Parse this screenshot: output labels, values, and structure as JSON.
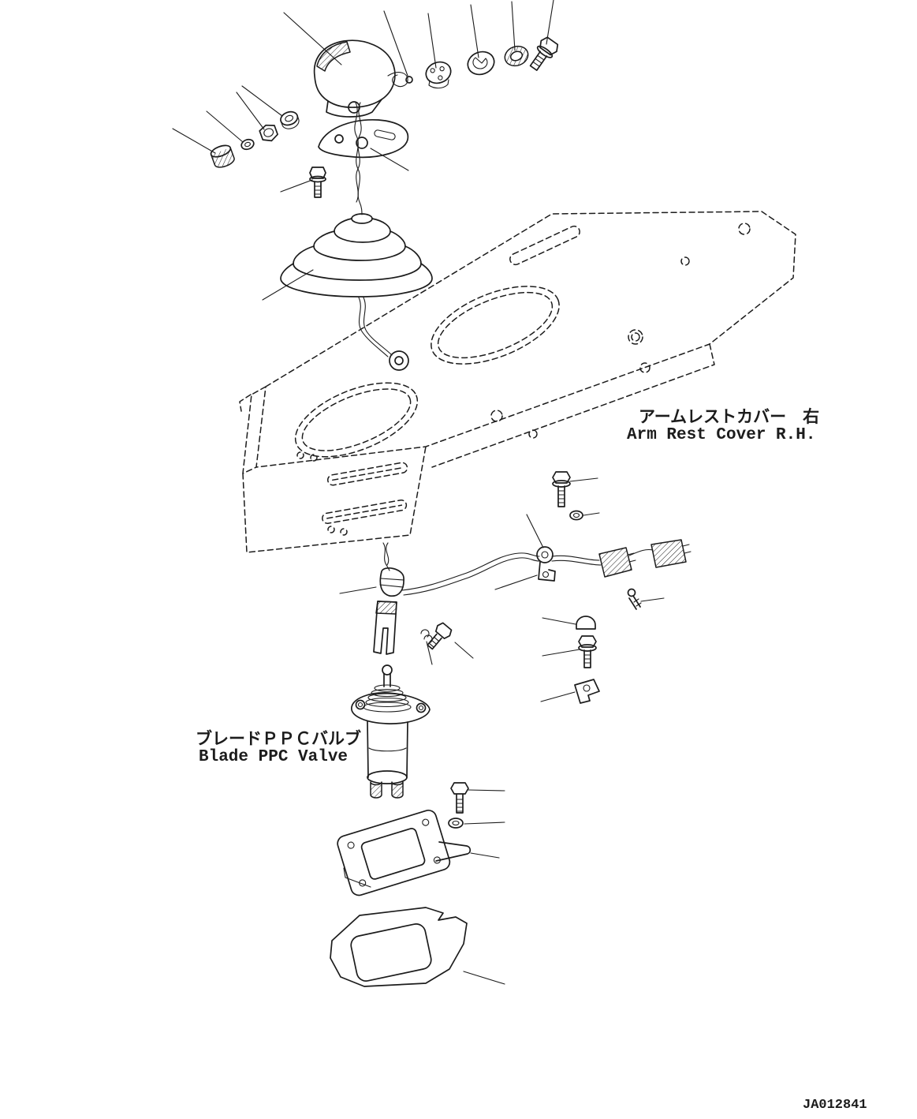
{
  "diagram": {
    "title": "Exploded parts diagram",
    "labels": {
      "armrest_cover_jp": "アームレストカバー　右",
      "armrest_cover_en": "Arm Rest Cover R.H.",
      "blade_ppc_valve_jp": "ブレードＰＰＣバルブ",
      "blade_ppc_valve_en": "Blade PPC Valve",
      "drawing_number": "JA012841"
    },
    "colors": {
      "line": "#1c1c1c",
      "background": "#ffffff"
    }
  }
}
